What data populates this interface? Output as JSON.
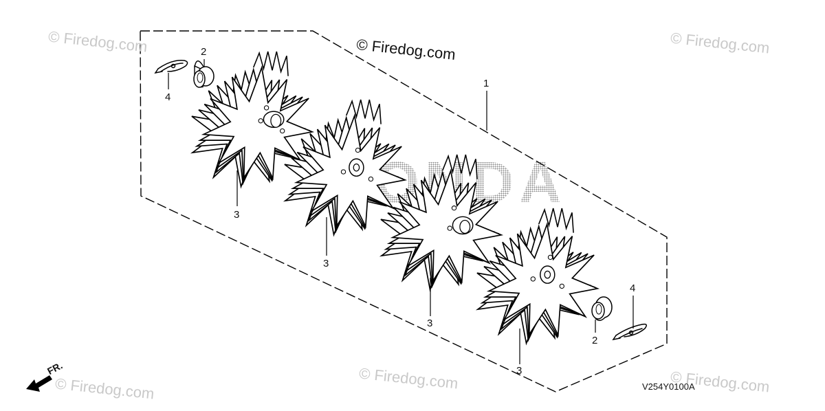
{
  "diagram": {
    "copyright_main": "© Firedog.com",
    "watermarks": [
      "© Firedog.com",
      "© Firedog.com",
      "© Firedog.com",
      "© Firedog.com",
      "© Firedog.com"
    ],
    "brand_watermark": "HONDA",
    "callouts": {
      "assembly": "1",
      "collar": "2",
      "tine": "3",
      "clip": "4"
    },
    "diagram_code": "V254Y0100A",
    "front_indicator": "FR.",
    "line_color": "#000000",
    "watermark_color": "#c9c9c9"
  }
}
